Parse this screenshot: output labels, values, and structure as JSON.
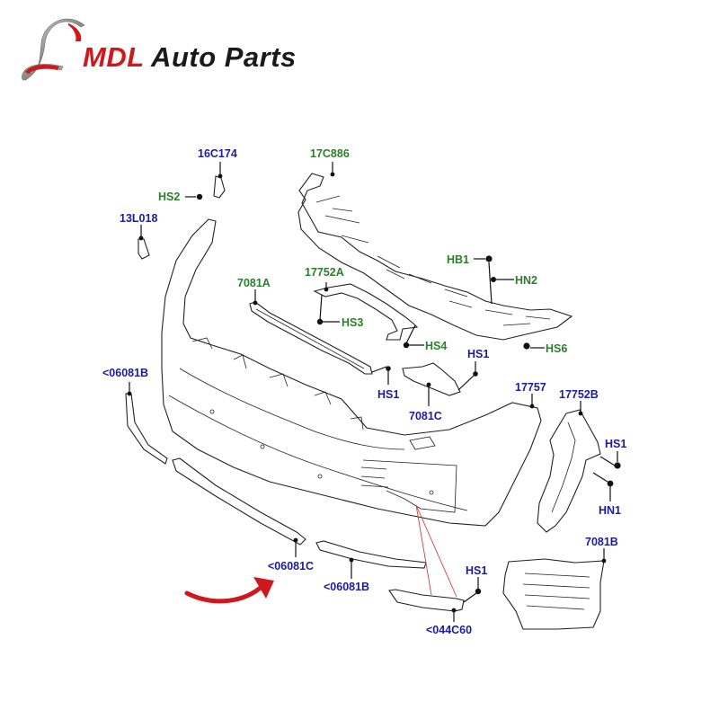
{
  "brand": {
    "name_highlight": "MDL",
    "name_rest": " Auto Parts",
    "colors": {
      "red": "#d0181c",
      "dark": "#1a1a1a",
      "silver": "#9a9a9a"
    }
  },
  "diagram": {
    "title": "Front bumper exploded parts diagram",
    "label_colors": {
      "blue": "#1c1c9e",
      "green": "#2d7d2d",
      "callout_red": "#d04040"
    },
    "callouts": [
      {
        "id": "16C174",
        "text": "16C174",
        "color": "blue"
      },
      {
        "id": "HS2",
        "text": "HS2",
        "color": "green"
      },
      {
        "id": "13L018",
        "text": "13L018",
        "color": "blue"
      },
      {
        "id": "17C886",
        "text": "17C886",
        "color": "green"
      },
      {
        "id": "HB1",
        "text": "HB1",
        "color": "green"
      },
      {
        "id": "HN2",
        "text": "HN2",
        "color": "green"
      },
      {
        "id": "7081A",
        "text": "7081A",
        "color": "green"
      },
      {
        "id": "17752A",
        "text": "17752A",
        "color": "green"
      },
      {
        "id": "HS3",
        "text": "HS3",
        "color": "green"
      },
      {
        "id": "HS4",
        "text": "HS4",
        "color": "green"
      },
      {
        "id": "HS6",
        "text": "HS6",
        "color": "green"
      },
      {
        "id": "HS1-a",
        "text": "HS1",
        "color": "blue"
      },
      {
        "id": "HS1-b",
        "text": "HS1",
        "color": "blue"
      },
      {
        "id": "7081C",
        "text": "7081C",
        "color": "blue"
      },
      {
        "id": "06081B-a",
        "text": "<06081B",
        "color": "blue"
      },
      {
        "id": "17757",
        "text": "17757",
        "color": "blue"
      },
      {
        "id": "17752B",
        "text": "17752B",
        "color": "blue"
      },
      {
        "id": "HS1-c",
        "text": "HS1",
        "color": "blue"
      },
      {
        "id": "HN1",
        "text": "HN1",
        "color": "blue"
      },
      {
        "id": "7081B",
        "text": "7081B",
        "color": "blue"
      },
      {
        "id": "06081C",
        "text": "<06081C",
        "color": "blue"
      },
      {
        "id": "06081B-b",
        "text": "<06081B",
        "color": "blue"
      },
      {
        "id": "HS1-d",
        "text": "HS1",
        "color": "blue"
      },
      {
        "id": "044C60",
        "text": "<044C60",
        "color": "blue"
      }
    ],
    "arrow_icon": "curved-red-arrow"
  }
}
